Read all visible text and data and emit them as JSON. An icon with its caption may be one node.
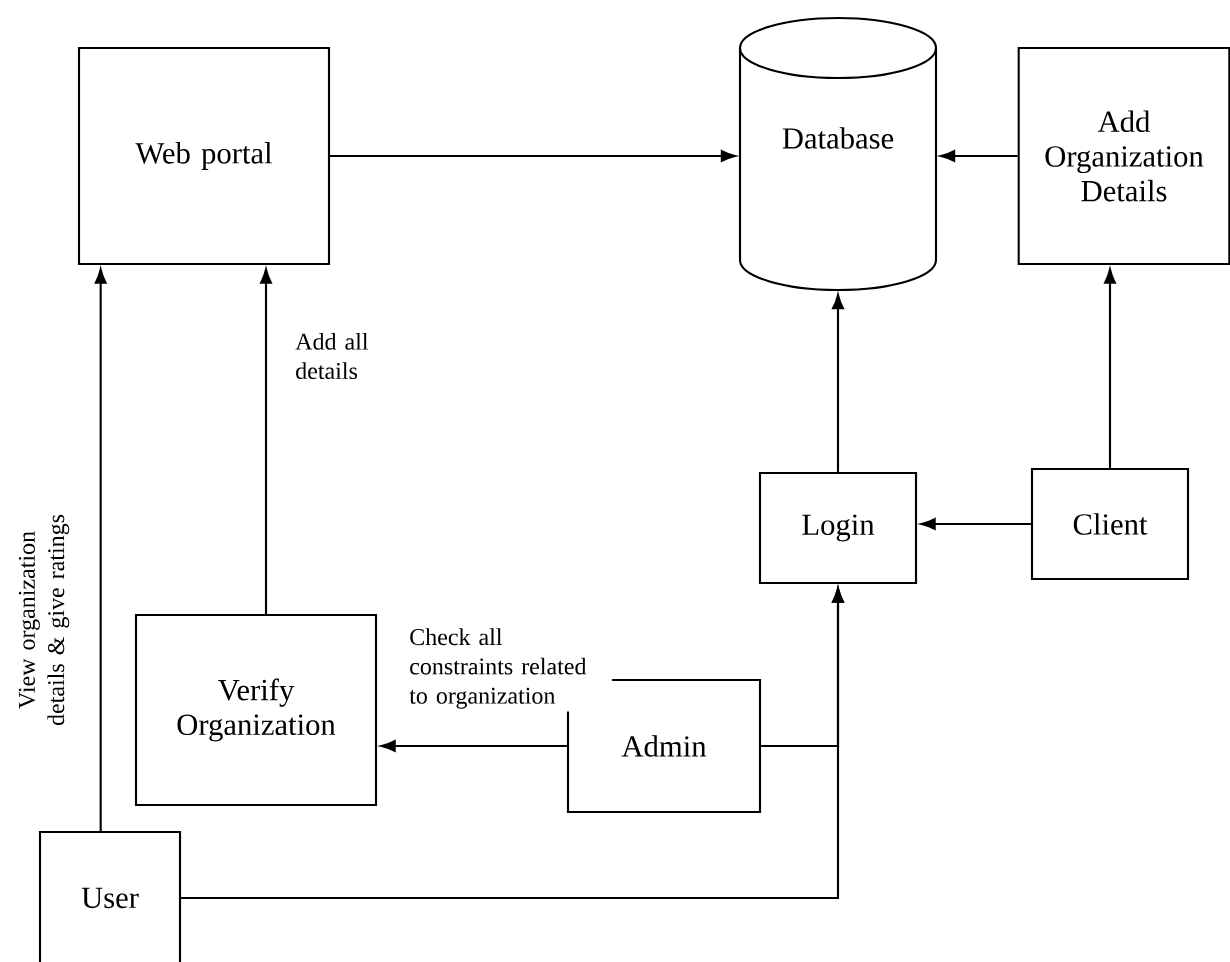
{
  "diagram": {
    "nodes": [
      {
        "text": [
          "Web portal"
        ]
      },
      {
        "text": [
          "Database"
        ]
      },
      {
        "text": [
          "Add Organization Details"
        ]
      },
      {
        "text": [
          "Login"
        ]
      },
      {
        "text": [
          "Client"
        ]
      },
      {
        "text": [
          "Verify Organization"
        ]
      },
      {
        "text": [
          "Admin"
        ]
      },
      {
        "text": [
          "User"
        ]
      }
    ],
    "edges": [
      {
        "from": 0,
        "to": 1,
        "arrow": "to"
      },
      {
        "from": 2,
        "to": 1,
        "arrow": "to"
      },
      {
        "from": 3,
        "to": 1,
        "arrow": "to"
      },
      {
        "from": 4,
        "to": 2,
        "arrow": "to"
      },
      {
        "from": 4,
        "to": 3,
        "arrow": "to"
      },
      {
        "from": 7,
        "to": 0,
        "arrow": "to",
        "label": "View organization details & give ratings"
      },
      {
        "from": 5,
        "to": 0,
        "arrow": "to",
        "label": "Add all details"
      },
      {
        "from": 6,
        "to": 5,
        "arrow": "to",
        "label": "Check all constraints related to organization"
      },
      {
        "from": 6,
        "to": 3,
        "arrow": "to"
      },
      {
        "from": 7,
        "to": 3,
        "arrow": "to"
      }
    ]
  }
}
